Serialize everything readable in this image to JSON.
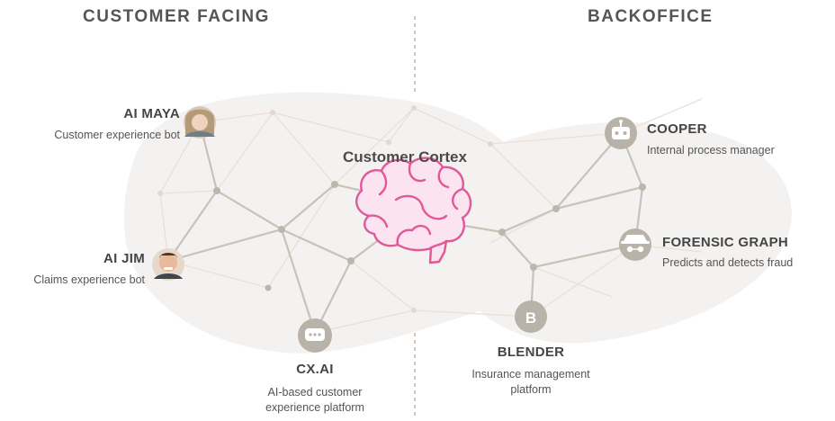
{
  "headers": {
    "left": "CUSTOMER FACING",
    "right": "BACKOFFICE"
  },
  "center": {
    "title": "Customer Cortex"
  },
  "left_nodes": [
    {
      "name": "AI MAYA",
      "desc": "Customer experience bot"
    },
    {
      "name": "AI JIM",
      "desc": "Claims experience bot"
    },
    {
      "name": "CX.AI",
      "desc_line1": "AI-based customer",
      "desc_line2": "experience platform"
    }
  ],
  "right_nodes": [
    {
      "name": "COOPER",
      "desc": "Internal process manager"
    },
    {
      "name": "FORENSIC GRAPH",
      "desc": "Predicts and detects fraud"
    },
    {
      "name": "BLENDER",
      "desc_line1": "Insurance management",
      "desc_line2": "platform"
    }
  ],
  "colors": {
    "brain": "#e0579a",
    "brain_fill": "#fbe3ef",
    "network": "#c9c2b9",
    "icon_gray": "#b9b2a9"
  }
}
